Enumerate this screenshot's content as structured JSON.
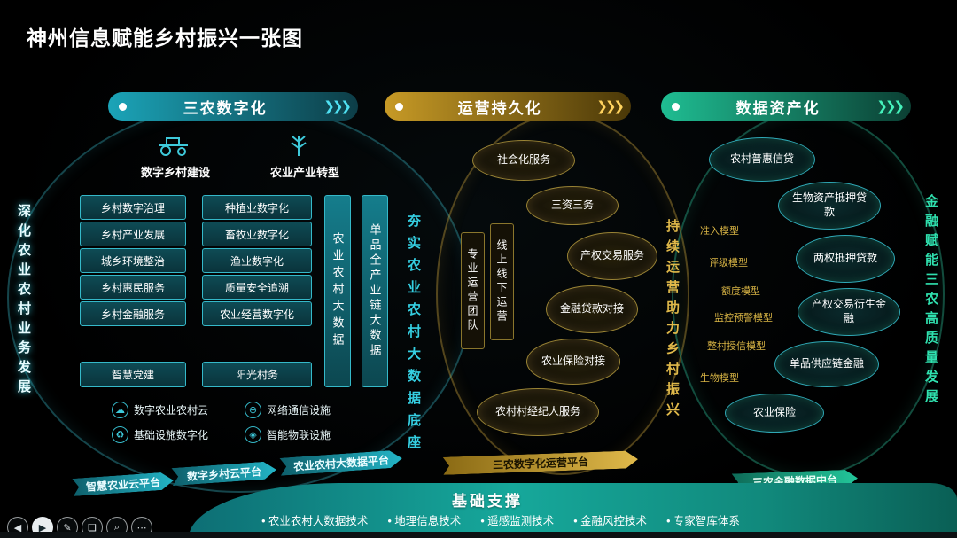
{
  "page": {
    "title": "神州信息赋能乡村振兴一张图"
  },
  "colors": {
    "teal": "#2fa8b5",
    "cyan": "#3ec9da",
    "gold": "#d9b545",
    "green": "#2fd4a5"
  },
  "digital": {
    "header": "三农数字化",
    "chevrons": "❯❯❯",
    "side_label": "深化农业农村业务发展",
    "sub1": "数字乡村建设",
    "sub2": "农业产业转型",
    "left_items": [
      "乡村数字治理",
      "乡村产业发展",
      "城乡环境整治",
      "乡村惠民服务",
      "乡村金融服务",
      "智慧党建"
    ],
    "right_items": [
      "种植业数字化",
      "畜牧业数字化",
      "渔业数字化",
      "质量安全追溯",
      "农业经营数字化",
      "阳光村务"
    ],
    "bar1": "农业农村大数据",
    "bar2": "单品全产业链大数据",
    "base_label": "夯实农业农村大数据底座",
    "legend": [
      {
        "icon": "☁",
        "label": "数字农业农村云"
      },
      {
        "icon": "⊕",
        "label": "网络通信设施"
      },
      {
        "icon": "♻",
        "label": "基础设施数字化"
      },
      {
        "icon": "◈",
        "label": "智能物联设施"
      }
    ],
    "arrows": [
      "智慧农业云平台",
      "数字乡村云平台",
      "农业农村大数据平台"
    ]
  },
  "operation": {
    "header": "运营持久化",
    "chevrons": "❯❯❯",
    "bars": [
      "专业运营团队",
      "线上线下运营"
    ],
    "ellipses": [
      "社会化服务",
      "三资三务",
      "产权交易服务",
      "金融贷款对接",
      "农业保险对接",
      "农村村经纪人服务"
    ],
    "side_label": "持续运营助力乡村振兴",
    "arrow": "三农数字化运营平台"
  },
  "asset": {
    "header": "数据资产化",
    "chevrons": "❯❯❯",
    "models": [
      "准入模型",
      "评级模型",
      "额度模型",
      "监控预警模型",
      "整村授信模型",
      "生物模型"
    ],
    "ellipses": [
      "农村普惠信贷",
      "生物资产抵押贷款",
      "两权抵押贷款",
      "产权交易衍生金融",
      "单品供应链金融",
      "农业保险"
    ],
    "side_label": "金融赋能三农高质量发展",
    "arrow": "三农金融数据中台"
  },
  "footer": {
    "title": "基础支撑",
    "items": [
      "农业农村大数据技术",
      "地理信息技术",
      "遥感监测技术",
      "金融风控技术",
      "专家智库体系"
    ]
  },
  "controls": [
    {
      "name": "prev",
      "glyph": "◀"
    },
    {
      "name": "next",
      "glyph": "▶"
    },
    {
      "name": "pen",
      "glyph": "✎"
    },
    {
      "name": "slides",
      "glyph": "❏"
    },
    {
      "name": "zoom",
      "glyph": "⌕"
    },
    {
      "name": "more",
      "glyph": "⋯"
    }
  ]
}
